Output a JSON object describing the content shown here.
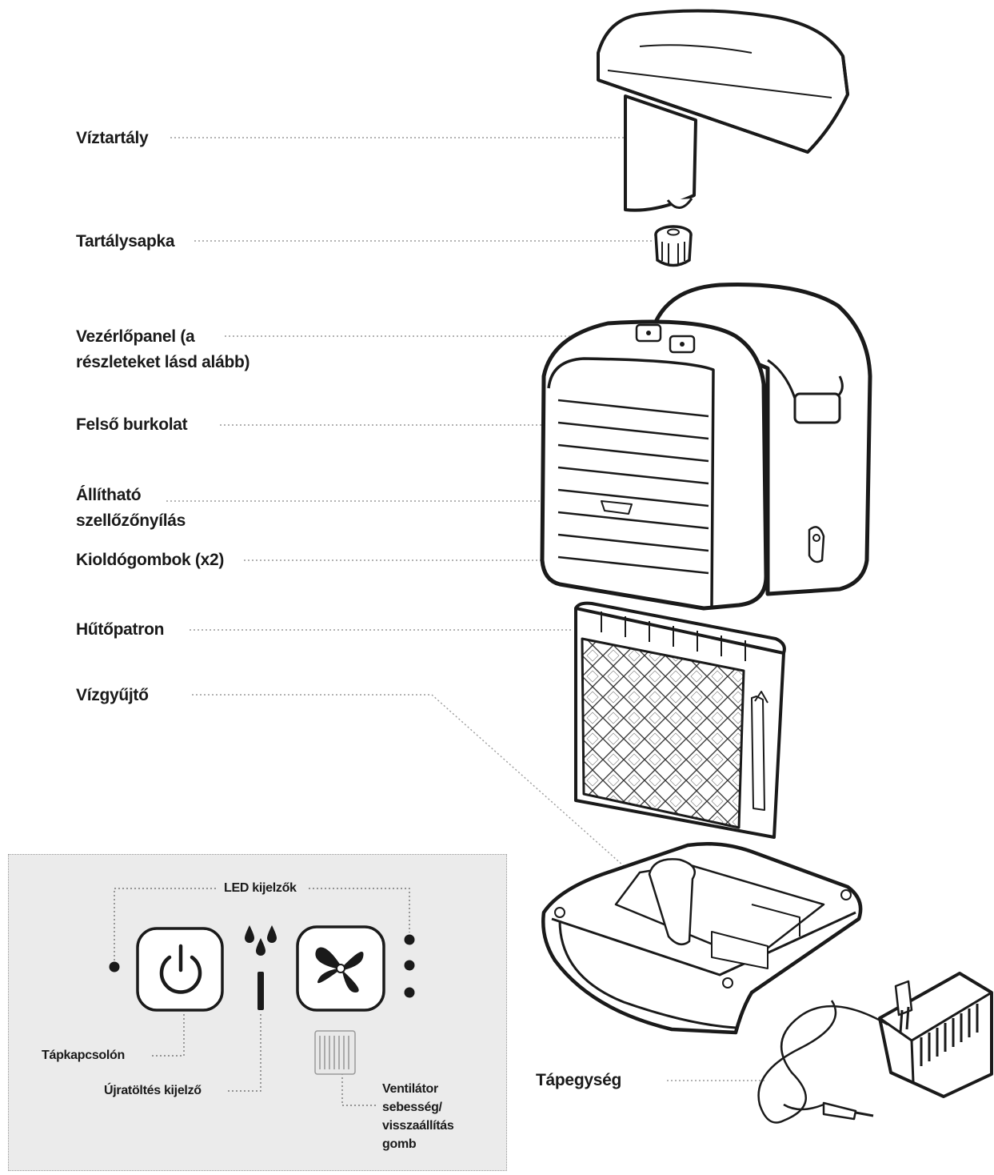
{
  "labels": {
    "water_tank": "Víztartály",
    "tank_cap": "Tartálysapka",
    "control_panel_line1": "Vezérlőpanel (a",
    "control_panel_line2": "részleteket lásd alább)",
    "upper_housing": "Felső burkolat",
    "adjustable_vent_line1": "Állítható",
    "adjustable_vent_line2": "szellőzőnyílás",
    "release_buttons": "Kioldógombok (x2)",
    "cooling_cartridge": "Hűtőpatron",
    "water_collector": "Vízgyűjtő",
    "power_supply": "Tápegység"
  },
  "control_panel_detail": {
    "led_indicators": "LED kijelzők",
    "power_switch": "Tápkapcsolón",
    "refill_indicator": "Újratöltés kijelző",
    "fan_button_line1": "Ventilátor",
    "fan_button_line2": "sebesség/",
    "fan_button_line3": "visszaállítás",
    "fan_button_line4": "gomb"
  },
  "icons": {
    "power": "power-icon",
    "water_drops": "water-drops-icon",
    "fan": "fan-icon",
    "filter": "filter-icon"
  },
  "colors": {
    "line_art": "#1a1a1a",
    "panel_background": "#ebebeb",
    "leader_line": "#9a9a9a"
  }
}
